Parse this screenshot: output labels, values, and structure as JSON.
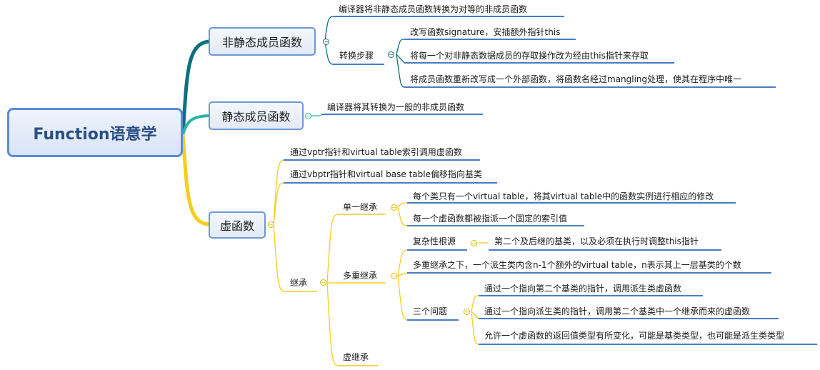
{
  "root": {
    "label": "Function语意学"
  },
  "branches": [
    {
      "label": "非静态成员函数",
      "children": [
        {
          "label": "编译器将非静态成员函数转换为对等的非成员函数"
        },
        {
          "label": "转换步骤",
          "children": [
            {
              "label": "改写函数signature，安插额外指针this"
            },
            {
              "label": "将每一个对非静态数据成员的存取操作改为经由this指针来存取"
            },
            {
              "label": "将成员函数重新改写成一个外部函数，将函数名经过mangling处理，使其在程序中唯一"
            }
          ]
        }
      ]
    },
    {
      "label": "静态成员函数",
      "children": [
        {
          "label": "编译器将其转换为一般的非成员函数"
        }
      ]
    },
    {
      "label": "虚函数",
      "children": [
        {
          "label": "通过vptr指针和virtual table索引调用虚函数"
        },
        {
          "label": "通过vbptr指针和virtual base table偏移指向基类"
        },
        {
          "label": "继承",
          "children": [
            {
              "label": "单一继承",
              "children": [
                {
                  "label": "每个类只有一个virtual table，将其virtual table中的函数实例进行相应的修改"
                },
                {
                  "label": "每一个虚函数都被指派一个固定的索引值"
                }
              ]
            },
            {
              "label": "多重继承",
              "children": [
                {
                  "label": "复杂性根源",
                  "children": [
                    {
                      "label": "第二个及后继的基类，以及必须在执行时调整this指针"
                    }
                  ]
                },
                {
                  "label": "多重继承之下，一个派生类内含n-1个额外的virtual table，n表示其上一层基类的个数"
                },
                {
                  "label": "三个问题",
                  "children": [
                    {
                      "label": "通过一个指向第二个基类的指针，调用派生类虚函数"
                    },
                    {
                      "label": "通过一个指向派生类的指针，调用第二个基类中一个继承而来的虚函数"
                    },
                    {
                      "label": "允许一个虚函数的返回值类型有所变化，可能是基类类型，也可能是派生类类型"
                    }
                  ]
                }
              ]
            },
            {
              "label": "虚继承"
            }
          ]
        }
      ]
    }
  ],
  "colors": {
    "branch1": "#0e6f80",
    "branch2": "#2ab3a6",
    "branch3": "#f5cd1c",
    "root_border": "#5a8bd6",
    "underline_blue": "#4a7cc4"
  }
}
